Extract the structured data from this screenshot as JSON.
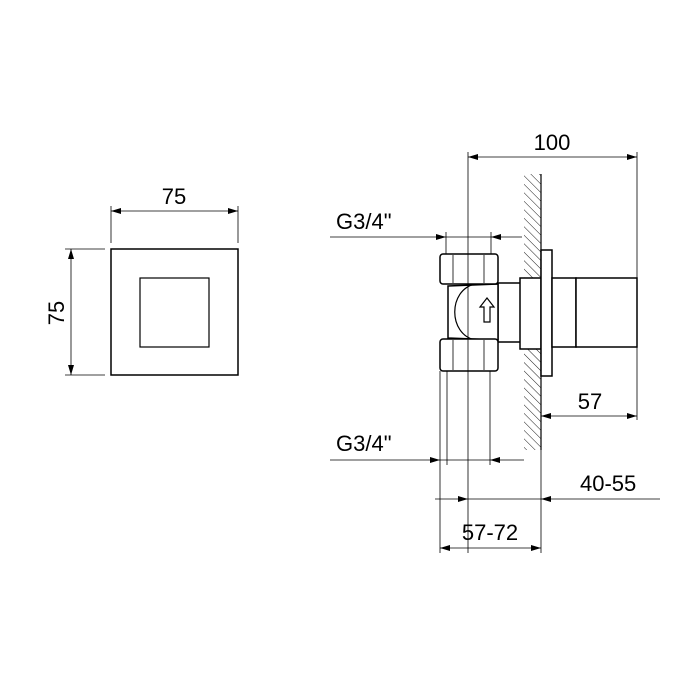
{
  "front_view": {
    "width_label": "75",
    "height_label": "75"
  },
  "side_view": {
    "overall_depth_label": "100",
    "inlet_top_label": "G3/4\"",
    "inlet_bottom_label": "G3/4\"",
    "handle_projection_label": "57",
    "wall_depth_range_label": "40-55",
    "body_depth_range_label": "57-72"
  },
  "colors": {
    "line": "#000000",
    "background": "#ffffff"
  }
}
